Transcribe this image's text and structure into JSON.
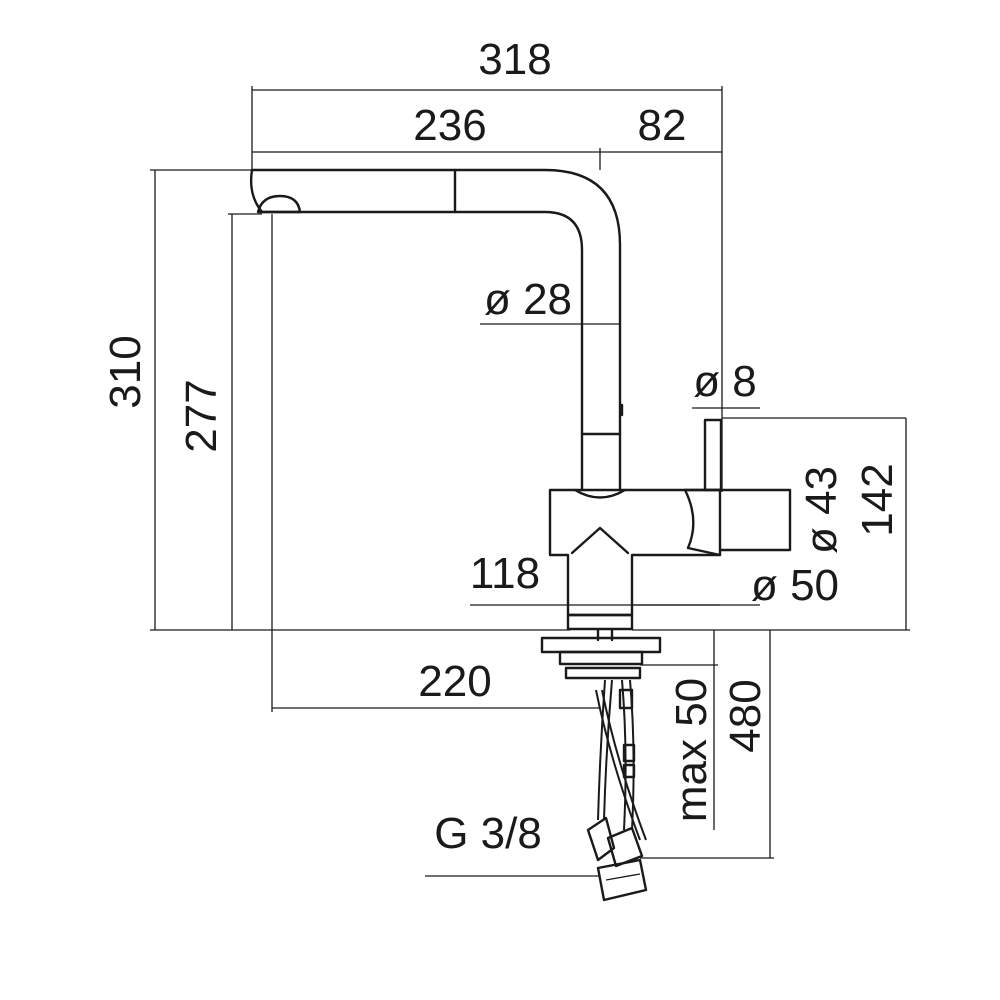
{
  "dimensions": {
    "total_width": "318",
    "spout_reach": "236",
    "body_offset": "82",
    "total_height": "310",
    "outlet_height": "277",
    "spout_diameter": "ø 28",
    "lever_diameter": "ø 8",
    "body_diameter": "ø 43",
    "lever_height": "142",
    "body_width": "118",
    "base_diameter": "ø 50",
    "hole_to_outlet": "220",
    "max_deck_thickness": "max 50",
    "hose_length": "480",
    "connection_thread": "G 3/8"
  },
  "colors": {
    "line": "#1a1a1a",
    "background": "#ffffff"
  }
}
